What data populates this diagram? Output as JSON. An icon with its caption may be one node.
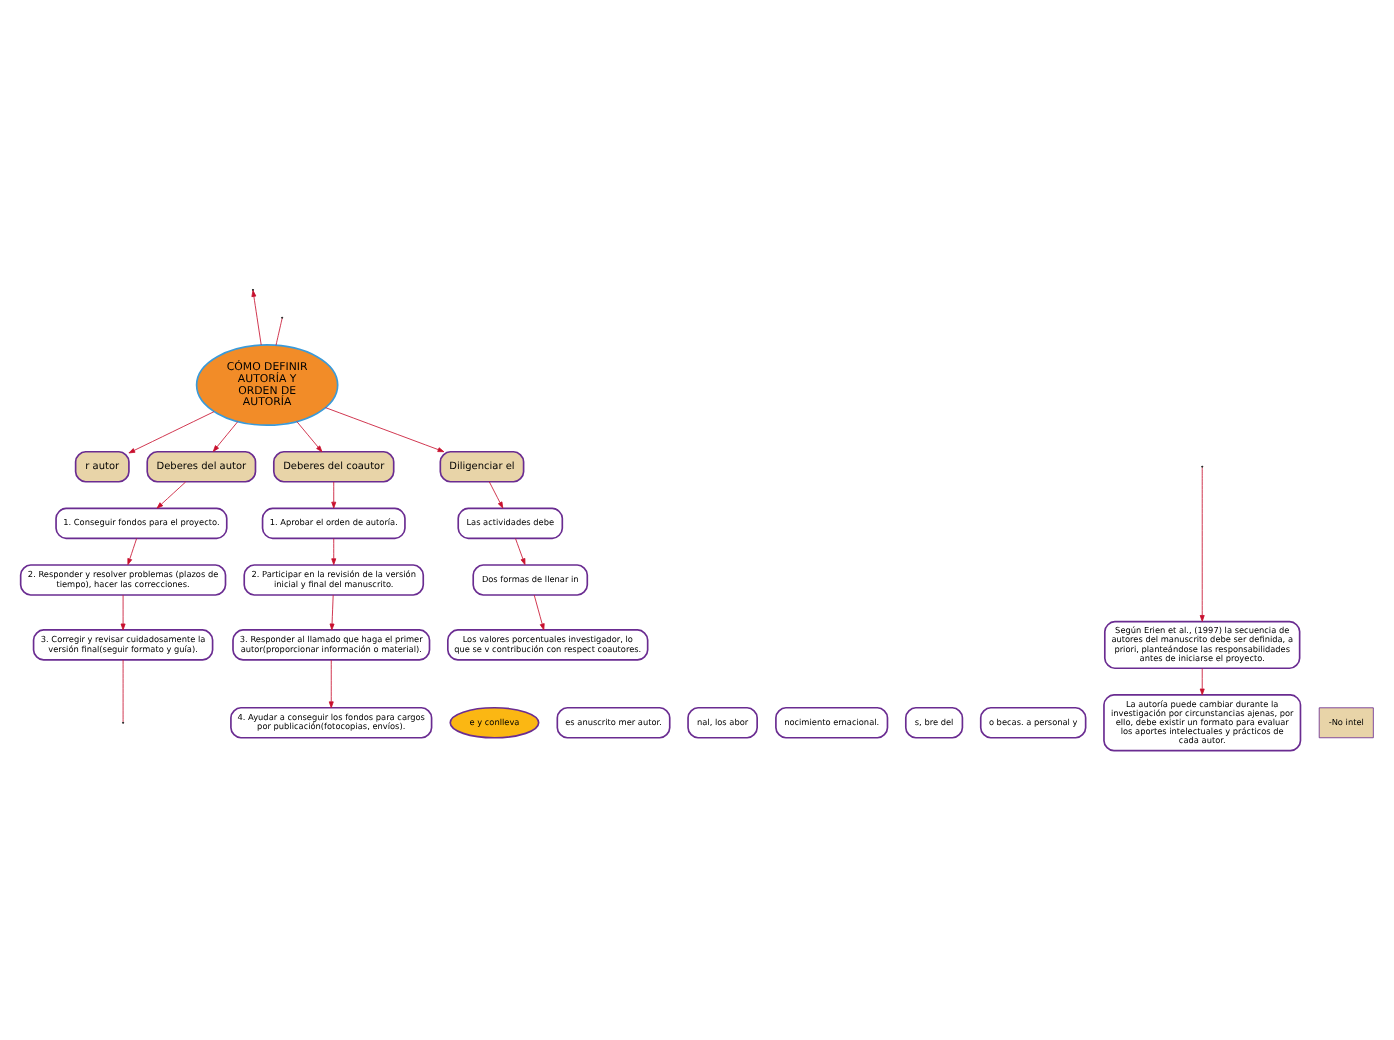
{
  "diagram": {
    "nodes": [
      {
        "text": [
          "CÓMO DEFINIR AUTORÍA Y ORDEN DE AUTORÍA"
        ]
      },
      {
        "text": [
          "r autor"
        ]
      },
      {
        "text": [
          "e y conlleva"
        ]
      },
      {
        "text": [
          "es anuscrito mer autor."
        ]
      },
      {
        "text": [
          "nal, los abor"
        ]
      },
      {
        "text": [
          "nocimiento ernacional."
        ]
      },
      {
        "text": [
          "s, bre del"
        ]
      },
      {
        "text": [
          "o becas. a personal y"
        ]
      },
      {
        "text": [
          "Según Erien et al., (1997) la secuencia de autores del manuscrito debe ser definida, a priori, planteándose las responsabilidades antes de iniciarse el proyecto."
        ]
      },
      {
        "text": [
          "La autoría puede cambiar durante la investigación por circunstancias ajenas, por ello, debe existir un formato para evaluar los aportes intelectuales y prácticos de cada autor."
        ]
      },
      {
        "text": [
          "-No intel"
        ]
      },
      {
        "text": [
          "Deberes del autor"
        ]
      },
      {
        "text": [
          "1. Conseguir fondos para el proyecto."
        ]
      },
      {
        "text": [
          "2. Responder y resolver problemas (plazos de tiempo), hacer las correcciones."
        ]
      },
      {
        "text": [
          "3. Corregir y revisar cuidadosamente la versión final(seguir formato y guía)."
        ]
      },
      {
        "text": [
          "Deberes del coautor"
        ]
      },
      {
        "text": [
          "1. Aprobar el orden de autoría."
        ]
      },
      {
        "text": [
          "2. Participar en la revisión de la versión inicial y final del manuscrito."
        ]
      },
      {
        "text": [
          "3. Responder al llamado que haga el primer autor(proporcionar información o material)."
        ]
      },
      {
        "text": [
          "4. Ayudar a conseguir los fondos para cargos por publicación(fotocopias, envíos)."
        ]
      },
      {
        "text": [
          "Diligenciar el"
        ]
      },
      {
        "text": [
          "Las actividades debe"
        ]
      },
      {
        "text": [
          "Dos formas de llenar in"
        ]
      },
      {
        "text": [
          "Los valores porcentuales investigador, lo que se v contribución con respect coautores."
        ]
      }
    ],
    "edges": [
      {
        "from": 0,
        "to": 1,
        "arrow": "to"
      },
      {
        "from": 0,
        "to": null,
        "arrow": "to"
      },
      {
        "from": 0,
        "to": null,
        "arrow": "none"
      },
      {
        "from": null,
        "to": 8,
        "arrow": "to"
      },
      {
        "from": 8,
        "to": 9,
        "arrow": "to"
      },
      {
        "from": 0,
        "to": 11,
        "arrow": "to"
      },
      {
        "from": 11,
        "to": 12,
        "arrow": "to"
      },
      {
        "from": 12,
        "to": 13,
        "arrow": "to"
      },
      {
        "from": 13,
        "to": 14,
        "arrow": "to"
      },
      {
        "from": 14,
        "to": null,
        "arrow": "none"
      },
      {
        "from": 0,
        "to": 15,
        "arrow": "to"
      },
      {
        "from": 15,
        "to": 16,
        "arrow": "to"
      },
      {
        "from": 16,
        "to": 17,
        "arrow": "to"
      },
      {
        "from": 17,
        "to": 18,
        "arrow": "to"
      },
      {
        "from": 18,
        "to": 19,
        "arrow": "to"
      },
      {
        "from": 0,
        "to": 20,
        "arrow": "to"
      },
      {
        "from": 20,
        "to": 21,
        "arrow": "to"
      },
      {
        "from": 21,
        "to": 22,
        "arrow": "to"
      },
      {
        "from": 22,
        "to": 23,
        "arrow": "to"
      }
    ]
  }
}
